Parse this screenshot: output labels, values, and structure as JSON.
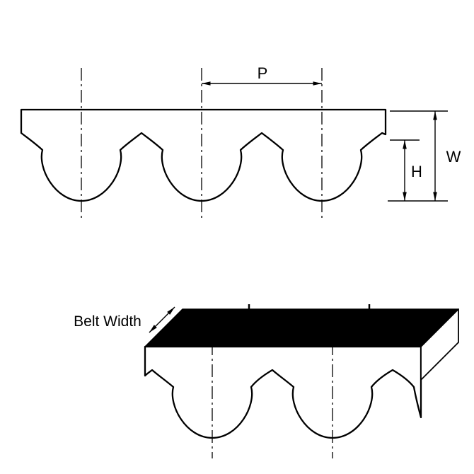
{
  "diagram": {
    "labels": {
      "pitch": "P",
      "belt_total_height": "W",
      "tooth_height": "H",
      "belt_width": "Belt Width"
    },
    "colors": {
      "line": "#000000",
      "belt_fill": "#ffffff",
      "belt_top_face": "#000000",
      "background": "#ffffff"
    }
  }
}
